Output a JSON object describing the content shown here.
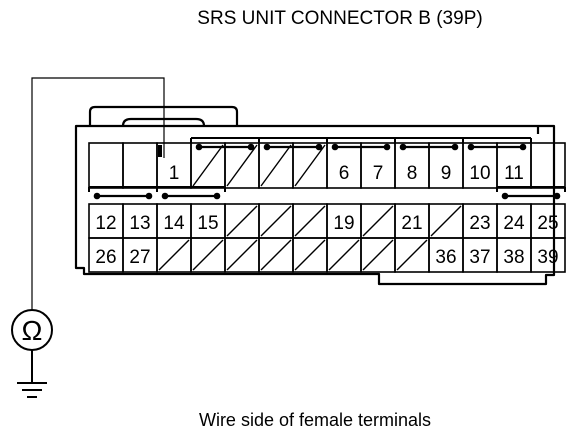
{
  "title": "SRS UNIT CONNECTOR B (39P)",
  "caption": "Wire side of female terminals",
  "meter_symbol": "Ω",
  "icons": [
    "ohmmeter-icon",
    "ground-icon"
  ],
  "connector": {
    "rows": [
      [
        {
          "type": "blank"
        },
        {
          "type": "blank"
        },
        {
          "type": "pin",
          "label": "1"
        },
        {
          "type": "slash"
        },
        {
          "type": "slash"
        },
        {
          "type": "slash"
        },
        {
          "type": "slash"
        },
        {
          "type": "pin",
          "label": "6"
        },
        {
          "type": "pin",
          "label": "7"
        },
        {
          "type": "pin",
          "label": "8"
        },
        {
          "type": "pin",
          "label": "9"
        },
        {
          "type": "pin",
          "label": "10"
        },
        {
          "type": "pin",
          "label": "11"
        },
        {
          "type": "blank"
        }
      ],
      [
        {
          "type": "pin",
          "label": "12"
        },
        {
          "type": "pin",
          "label": "13"
        },
        {
          "type": "pin",
          "label": "14"
        },
        {
          "type": "pin",
          "label": "15"
        },
        {
          "type": "slash"
        },
        {
          "type": "slash"
        },
        {
          "type": "slash"
        },
        {
          "type": "pin",
          "label": "19"
        },
        {
          "type": "slash"
        },
        {
          "type": "pin",
          "label": "21"
        },
        {
          "type": "slash"
        },
        {
          "type": "pin",
          "label": "23"
        },
        {
          "type": "pin",
          "label": "24"
        },
        {
          "type": "pin",
          "label": "25"
        }
      ],
      [
        {
          "type": "pin",
          "label": "26"
        },
        {
          "type": "pin",
          "label": "27"
        },
        {
          "type": "slash"
        },
        {
          "type": "slash"
        },
        {
          "type": "slash"
        },
        {
          "type": "slash"
        },
        {
          "type": "slash"
        },
        {
          "type": "slash"
        },
        {
          "type": "slash"
        },
        {
          "type": "slash"
        },
        {
          "type": "pin",
          "label": "36"
        },
        {
          "type": "pin",
          "label": "37"
        },
        {
          "type": "pin",
          "label": "38"
        },
        {
          "type": "pin",
          "label": "39"
        }
      ]
    ]
  }
}
